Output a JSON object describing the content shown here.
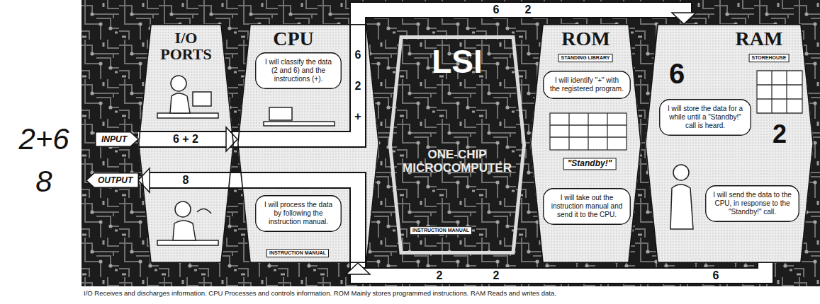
{
  "diagram": {
    "caption": "I/O Receives and discharges information. CPU Processes and controls information. ROM Mainly stores programmed instructions. RAM Reads and writes data.",
    "nodes": [
      {
        "text": [
          "INPUT"
        ]
      },
      {
        "text": [
          "OUTPUT"
        ]
      },
      {
        "text": [
          "I/O PORTS"
        ]
      },
      {
        "text": [
          "CPU"
        ]
      },
      {
        "text": [
          "I will classify the data (2 and 6) and the instructions (+)."
        ],
        "in": 3
      },
      {
        "text": [
          "I will process the data by following the instruction manual."
        ],
        "in": 3
      },
      {
        "text": [
          "LSI",
          "ONE-CHIP MICROCOMPUTER"
        ]
      },
      {
        "text": [
          "ROM"
        ]
      },
      {
        "text": [
          "I will identify \"+\" with the registered program."
        ],
        "in": 7
      },
      {
        "text": [
          "I will take out the instruction manual and send it to the CPU."
        ],
        "in": 7
      },
      {
        "text": [
          "RAM"
        ]
      },
      {
        "text": [
          "I will store the data for a while until a \"Standby!\" call is heard."
        ],
        "in": 10
      },
      {
        "text": [
          "I will send the data to the CPU, in response to the \"Standby!\" call."
        ],
        "in": 10
      }
    ],
    "edges": [
      {
        "from": 2,
        "to": 3,
        "arrow": "to"
      },
      {
        "from": 3,
        "to": 10,
        "arrow": "to"
      },
      {
        "from": 10,
        "to": 3,
        "arrow": "to"
      },
      {
        "from": 3,
        "to": 2,
        "arrow": "to"
      }
    ],
    "labels": [
      "2+6",
      "8",
      "6 + 2",
      "8",
      "+",
      "2",
      "6",
      "6",
      "2",
      "STANDING LIBRARY",
      "\"Standby!\"",
      "STOREHOUSE",
      "6",
      "2",
      "6",
      "2",
      "2",
      "INSTRUCTION MANUAL",
      "INSTRUCTION MANUAL"
    ]
  }
}
